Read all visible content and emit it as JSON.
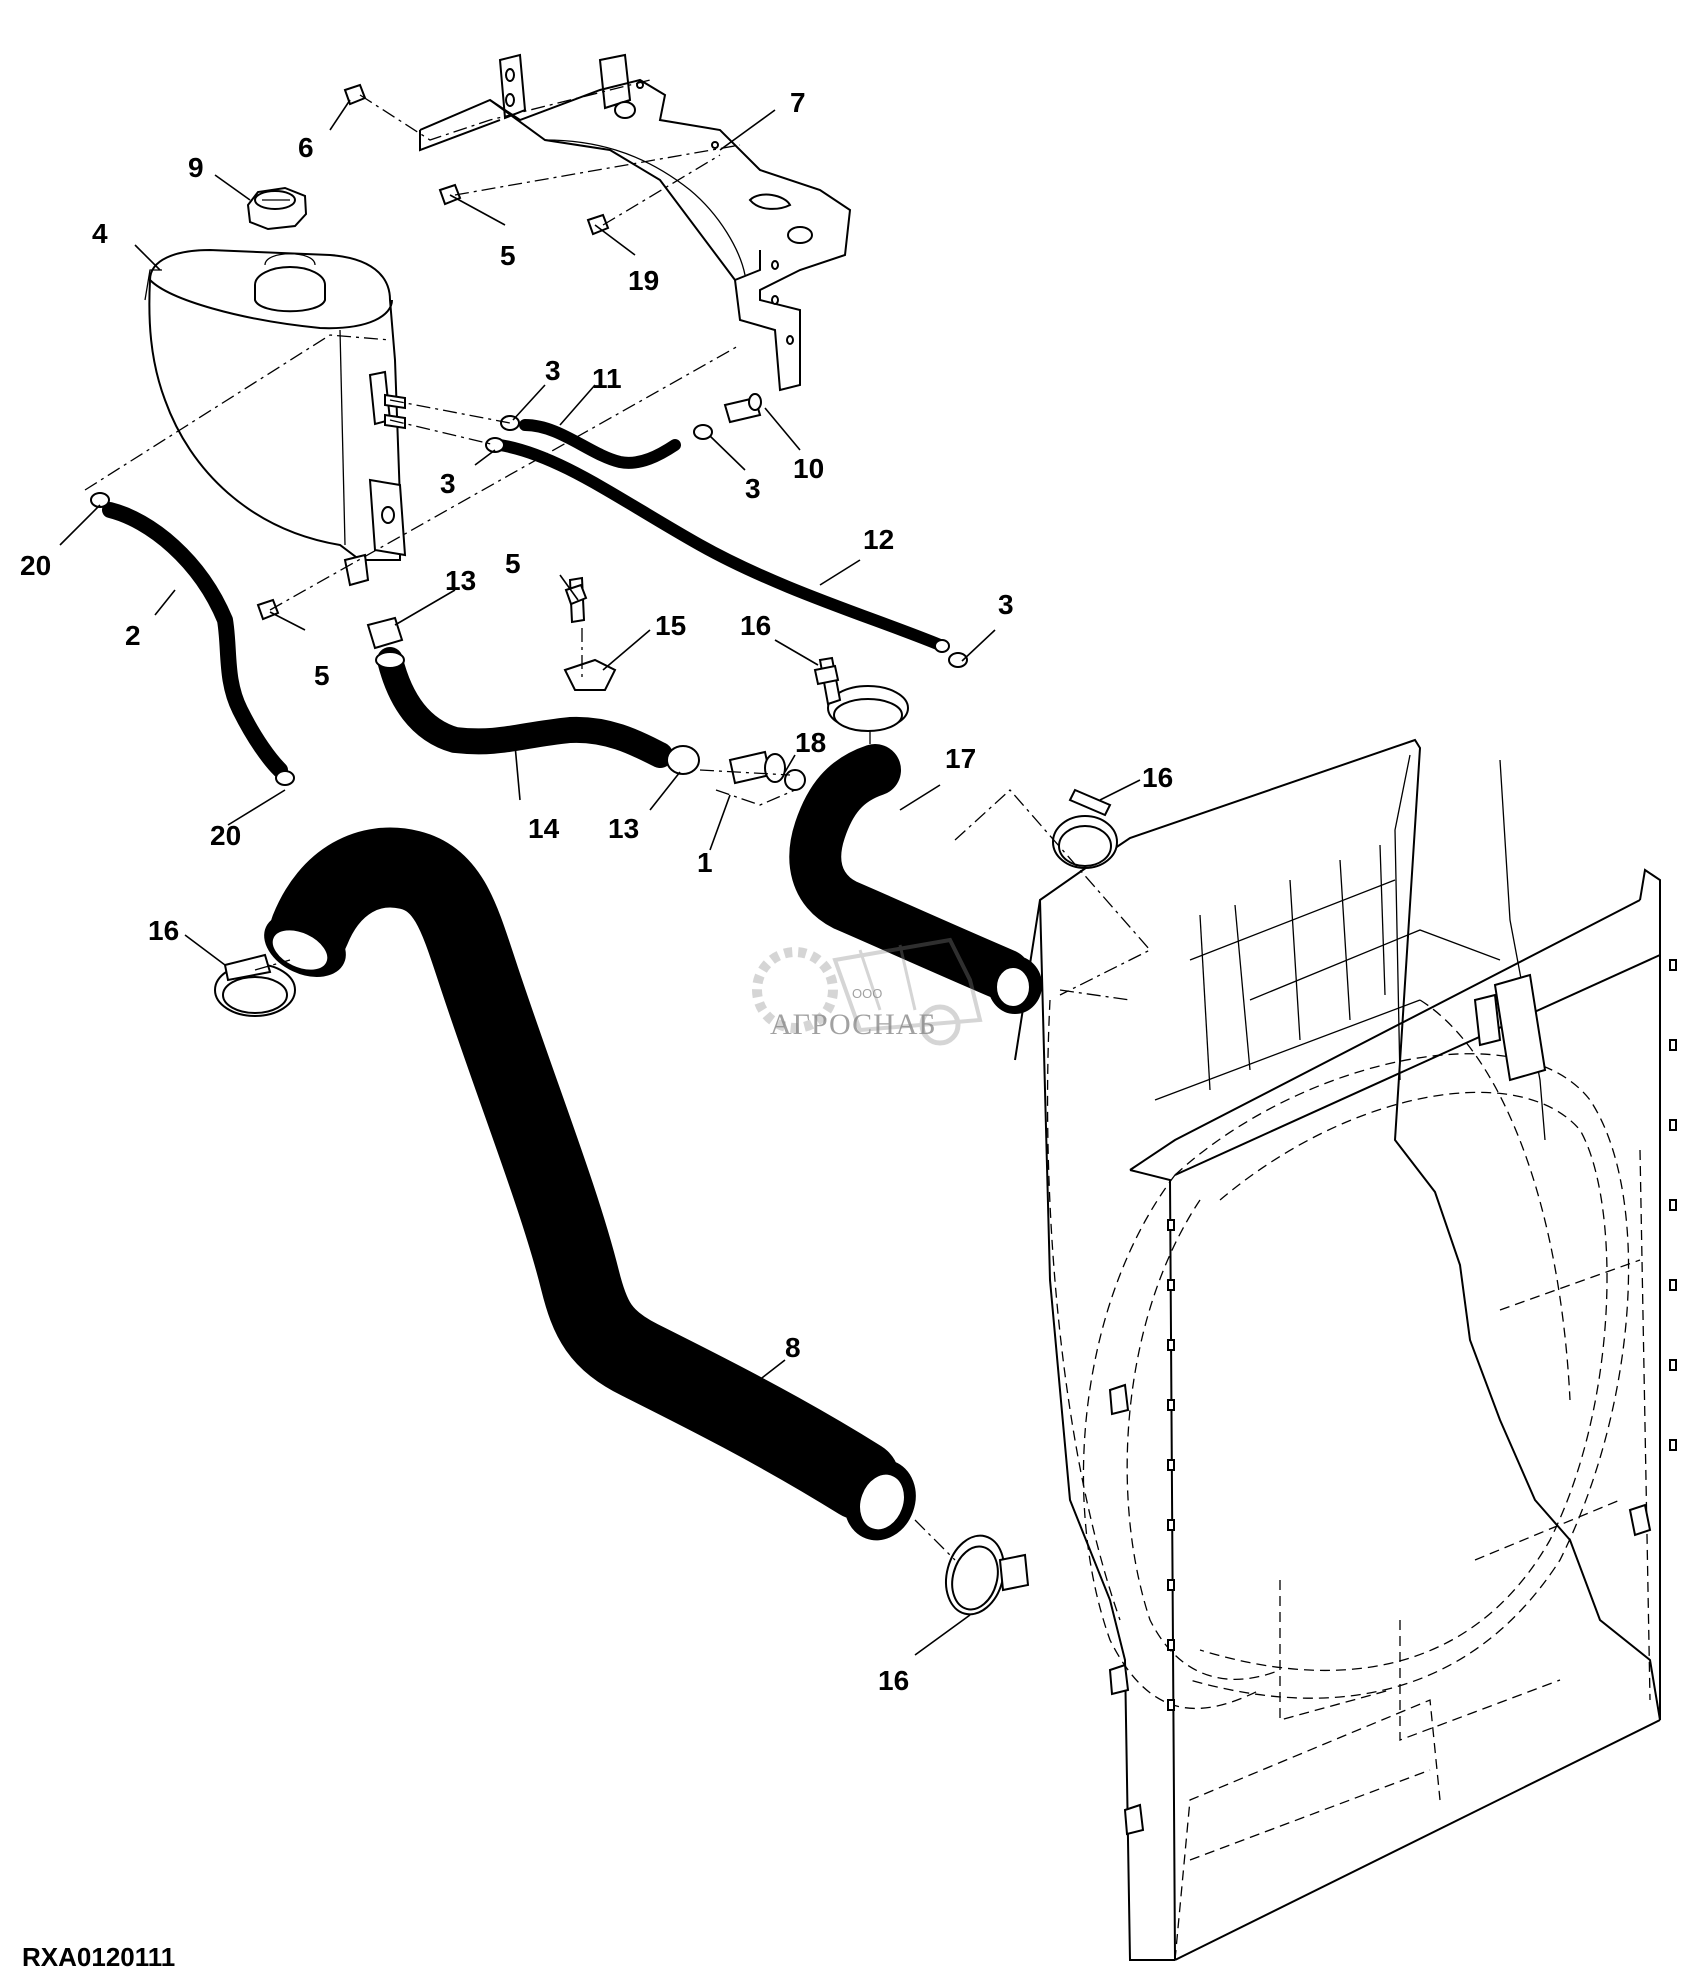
{
  "figure": {
    "id": "RXA0120111"
  },
  "watermark": {
    "small_text": "ООО",
    "text": "АГРОСНАБ"
  },
  "callouts": {
    "c1": "1",
    "c2": "2",
    "c3a": "3",
    "c3b": "3",
    "c3c": "3",
    "c3d": "3",
    "c4": "4",
    "c5a": "5",
    "c5b": "5",
    "c5c": "5",
    "c6": "6",
    "c7": "7",
    "c8": "8",
    "c9": "9",
    "c10": "10",
    "c11": "11",
    "c12": "12",
    "c13a": "13",
    "c13b": "13",
    "c14": "14",
    "c15": "15",
    "c16a": "16",
    "c16b": "16",
    "c16c": "16",
    "c16d": "16",
    "c17": "17",
    "c18": "18",
    "c19": "19",
    "c20a": "20",
    "c20b": "20"
  }
}
